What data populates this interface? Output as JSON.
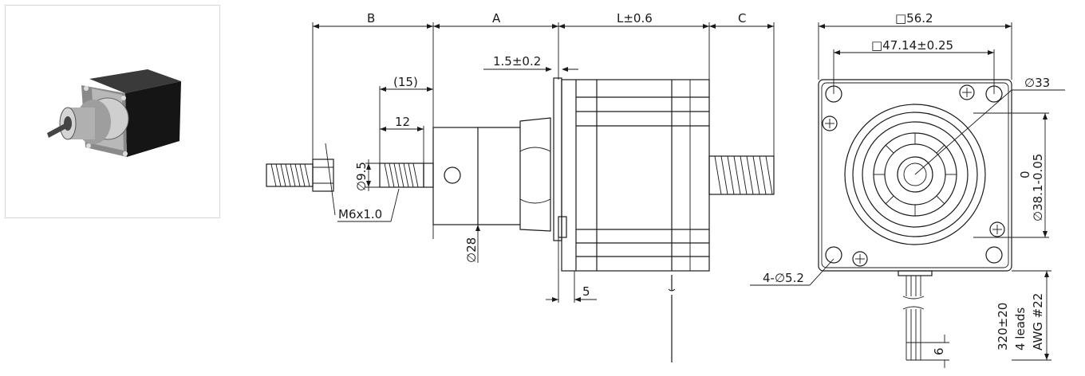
{
  "side_view": {
    "dim_B": "B",
    "dim_A": "A",
    "dim_L": "L±0.6",
    "dim_C": "C",
    "dim_flange": "1.5±0.2",
    "dim_15": "(15)",
    "dim_12": "12",
    "dim_d9_5": "∅9.5",
    "dim_thread": "M6x1.0",
    "dim_d28": "∅28",
    "dim_5": "5"
  },
  "front_view": {
    "dim_square": "□56.2",
    "dim_bolt_square": "□47.14±0.25",
    "dim_d33": "∅33",
    "dim_pilot_tol": "0",
    "dim_pilot": "∅38.1-0.05",
    "dim_holes": "4-∅5.2",
    "dim_lead_length": "320±20",
    "dim_leads": "4 leads",
    "dim_awg": "AWG #22",
    "dim_6": "6"
  }
}
